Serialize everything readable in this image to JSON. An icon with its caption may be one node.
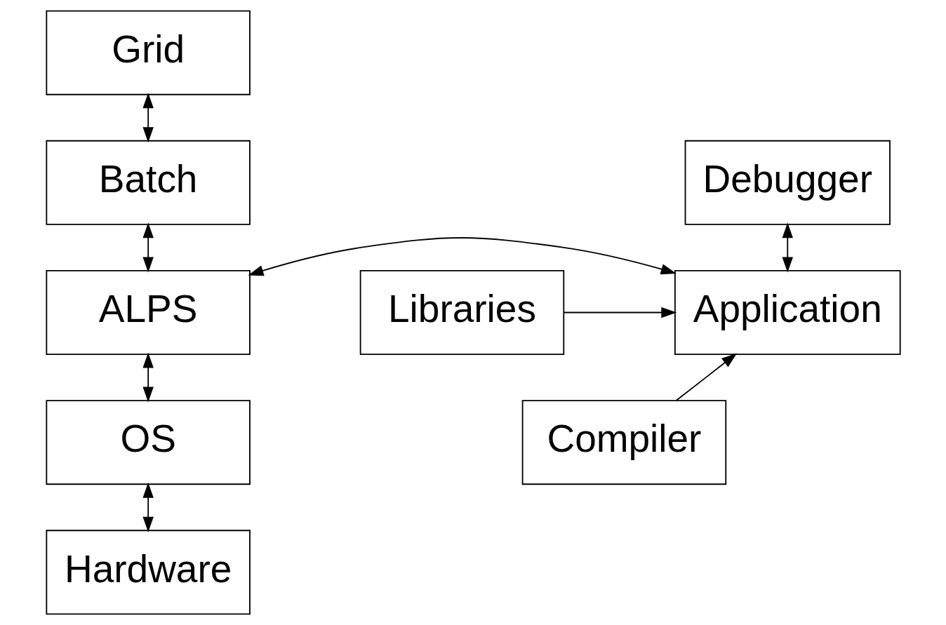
{
  "diagram": {
    "nodes": [
      {
        "text": [
          "Grid"
        ]
      },
      {
        "text": [
          "Batch"
        ]
      },
      {
        "text": [
          "ALPS"
        ]
      },
      {
        "text": [
          "OS"
        ]
      },
      {
        "text": [
          "Hardware"
        ]
      },
      {
        "text": [
          "Debugger"
        ]
      },
      {
        "text": [
          "Application"
        ]
      },
      {
        "text": [
          "Libraries"
        ]
      },
      {
        "text": [
          "Compiler"
        ]
      }
    ],
    "edges": [
      {
        "from": 0,
        "to": 1,
        "arrow": "both"
      },
      {
        "from": 1,
        "to": 2,
        "arrow": "both"
      },
      {
        "from": 2,
        "to": 3,
        "arrow": "both"
      },
      {
        "from": 3,
        "to": 4,
        "arrow": "both"
      },
      {
        "from": 2,
        "to": 6,
        "arrow": "both"
      },
      {
        "from": 5,
        "to": 6,
        "arrow": "both"
      },
      {
        "from": 7,
        "to": 6,
        "arrow": "to"
      },
      {
        "from": 8,
        "to": 6,
        "arrow": "to"
      }
    ]
  }
}
